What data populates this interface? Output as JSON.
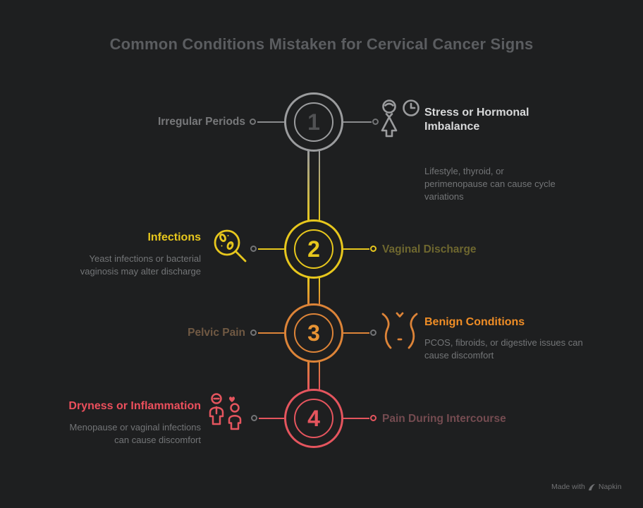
{
  "title": "Common Conditions Mistaken for Cervical Cancer Signs",
  "colors": {
    "background": "#1e1f20",
    "title_text": "#5b5d60",
    "body_text": "#737577",
    "section_gray": "#9b9c9e",
    "section_yellow": "#e7c71d",
    "section_orange": "#dd8438",
    "section_red": "#e5555e",
    "heading_white": "#d8d9da"
  },
  "sections": [
    {
      "number": "1",
      "color": "#9b9c9e",
      "label": "Irregular Periods",
      "icon": "woman-with-clock-icon",
      "heading": "Stress or Hormonal Imbalance",
      "description": "Lifestyle, thyroid, or perimenopause can cause cycle variations"
    },
    {
      "number": "2",
      "color": "#e7c71d",
      "label": "Vaginal Discharge",
      "icon": "magnifier-bacteria-icon",
      "heading": "Infections",
      "description": "Yeast infections or bacterial vaginosis may alter discharge"
    },
    {
      "number": "3",
      "color": "#dd8438",
      "label": "Pelvic Pain",
      "icon": "abdomen-icon",
      "heading": "Benign Conditions",
      "description": "PCOS, fibroids, or digestive issues can cause discomfort"
    },
    {
      "number": "4",
      "color": "#e5555e",
      "label": "Pain During Intercourse",
      "icon": "couple-heart-icon",
      "heading": "Dryness or Inflammation",
      "description": "Menopause or vaginal infections can cause discomfort"
    }
  ],
  "footer": {
    "made_with": "Made with",
    "brand": "Napkin"
  }
}
